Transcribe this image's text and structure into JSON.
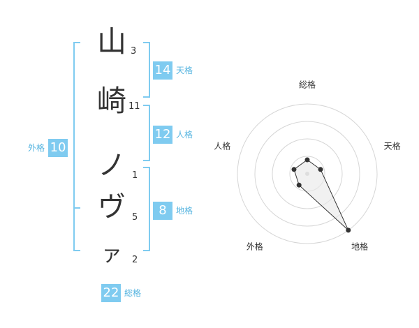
{
  "name_chars": [
    {
      "char": "山",
      "strokes": "3"
    },
    {
      "char": "崎",
      "strokes": "11"
    },
    {
      "char": "ノ",
      "strokes": "1"
    },
    {
      "char": "ヴ",
      "strokes": "5"
    },
    {
      "char": "ァ",
      "strokes": "2"
    }
  ],
  "fortunes": {
    "tenkaku": {
      "value": "14",
      "label": "天格"
    },
    "jinkaku": {
      "value": "12",
      "label": "人格"
    },
    "chikaku": {
      "value": "8",
      "label": "地格"
    },
    "gaikaku": {
      "value": "10",
      "label": "外格"
    },
    "soukaku": {
      "value": "22",
      "label": "総格"
    }
  },
  "colors": {
    "accent": "#7fcbf0",
    "label": "#55b4e0",
    "bracket": "#7fcbf0",
    "radar_fill": "#e8e8e8",
    "radar_point": "#333333"
  },
  "chart_data": {
    "type": "radar",
    "axes": [
      "総格",
      "天格",
      "地格",
      "外格",
      "人格"
    ],
    "values": [
      1,
      1,
      5,
      1,
      1
    ],
    "rmax": 5,
    "rings": 4,
    "grid": true
  }
}
